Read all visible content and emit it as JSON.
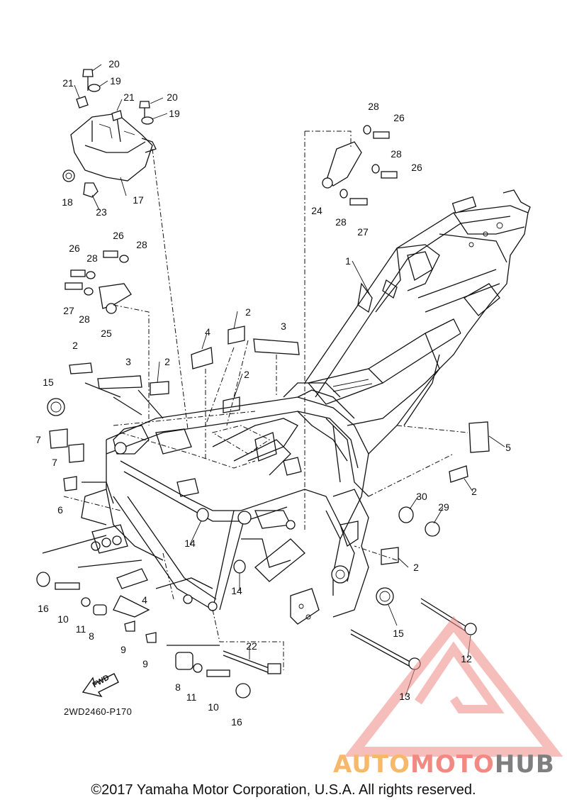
{
  "diagram": {
    "reference_code": "2WD2460-P170",
    "copyright": "©2017 Yamaha Motor Corporation, U.S.A. All rights reserved.",
    "fwd_label": "FWD",
    "callouts": [
      {
        "id": "c20a",
        "text": "20"
      },
      {
        "id": "c19a",
        "text": "19"
      },
      {
        "id": "c21a",
        "text": "21"
      },
      {
        "id": "c21b",
        "text": "21"
      },
      {
        "id": "c20b",
        "text": "20"
      },
      {
        "id": "c19b",
        "text": "19"
      },
      {
        "id": "c18",
        "text": "18"
      },
      {
        "id": "c23",
        "text": "23"
      },
      {
        "id": "c17",
        "text": "17"
      },
      {
        "id": "c28a",
        "text": "28"
      },
      {
        "id": "c26a",
        "text": "26"
      },
      {
        "id": "c28b",
        "text": "28"
      },
      {
        "id": "c26b",
        "text": "26"
      },
      {
        "id": "c24",
        "text": "24"
      },
      {
        "id": "c28c",
        "text": "28"
      },
      {
        "id": "c27a",
        "text": "27"
      },
      {
        "id": "c26c",
        "text": "26"
      },
      {
        "id": "c28d",
        "text": "28"
      },
      {
        "id": "c26d",
        "text": "26"
      },
      {
        "id": "c28e",
        "text": "28"
      },
      {
        "id": "c27b",
        "text": "27"
      },
      {
        "id": "c28f",
        "text": "28"
      },
      {
        "id": "c25",
        "text": "25"
      },
      {
        "id": "c1",
        "text": "1"
      },
      {
        "id": "c2a",
        "text": "2"
      },
      {
        "id": "c4a",
        "text": "4"
      },
      {
        "id": "c3a",
        "text": "3"
      },
      {
        "id": "c2b",
        "text": "2"
      },
      {
        "id": "c3b",
        "text": "3"
      },
      {
        "id": "c2c",
        "text": "2"
      },
      {
        "id": "c2d",
        "text": "2"
      },
      {
        "id": "c15a",
        "text": "15"
      },
      {
        "id": "c7a",
        "text": "7"
      },
      {
        "id": "c7b",
        "text": "7"
      },
      {
        "id": "c6",
        "text": "6"
      },
      {
        "id": "c5",
        "text": "5"
      },
      {
        "id": "c2e",
        "text": "2"
      },
      {
        "id": "c30",
        "text": "30"
      },
      {
        "id": "c29",
        "text": "29"
      },
      {
        "id": "c14a",
        "text": "14"
      },
      {
        "id": "c14b",
        "text": "14"
      },
      {
        "id": "c2f",
        "text": "2"
      },
      {
        "id": "c4b",
        "text": "4"
      },
      {
        "id": "c16a",
        "text": "16"
      },
      {
        "id": "c10a",
        "text": "10"
      },
      {
        "id": "c11a",
        "text": "11"
      },
      {
        "id": "c8a",
        "text": "8"
      },
      {
        "id": "c9a",
        "text": "9"
      },
      {
        "id": "c9b",
        "text": "9"
      },
      {
        "id": "c15b",
        "text": "15"
      },
      {
        "id": "c12",
        "text": "12"
      },
      {
        "id": "c22",
        "text": "22"
      },
      {
        "id": "c13",
        "text": "13"
      },
      {
        "id": "c8b",
        "text": "8"
      },
      {
        "id": "c11b",
        "text": "11"
      },
      {
        "id": "c10b",
        "text": "10"
      },
      {
        "id": "c16b",
        "text": "16"
      }
    ]
  },
  "watermark": {
    "part1": "AUTO",
    "part2": "MOTO",
    "part3": "HUB",
    "color_auto": "#f6b96c",
    "color_moto": "#f08a83",
    "color_hub": "#7f7f7f"
  }
}
